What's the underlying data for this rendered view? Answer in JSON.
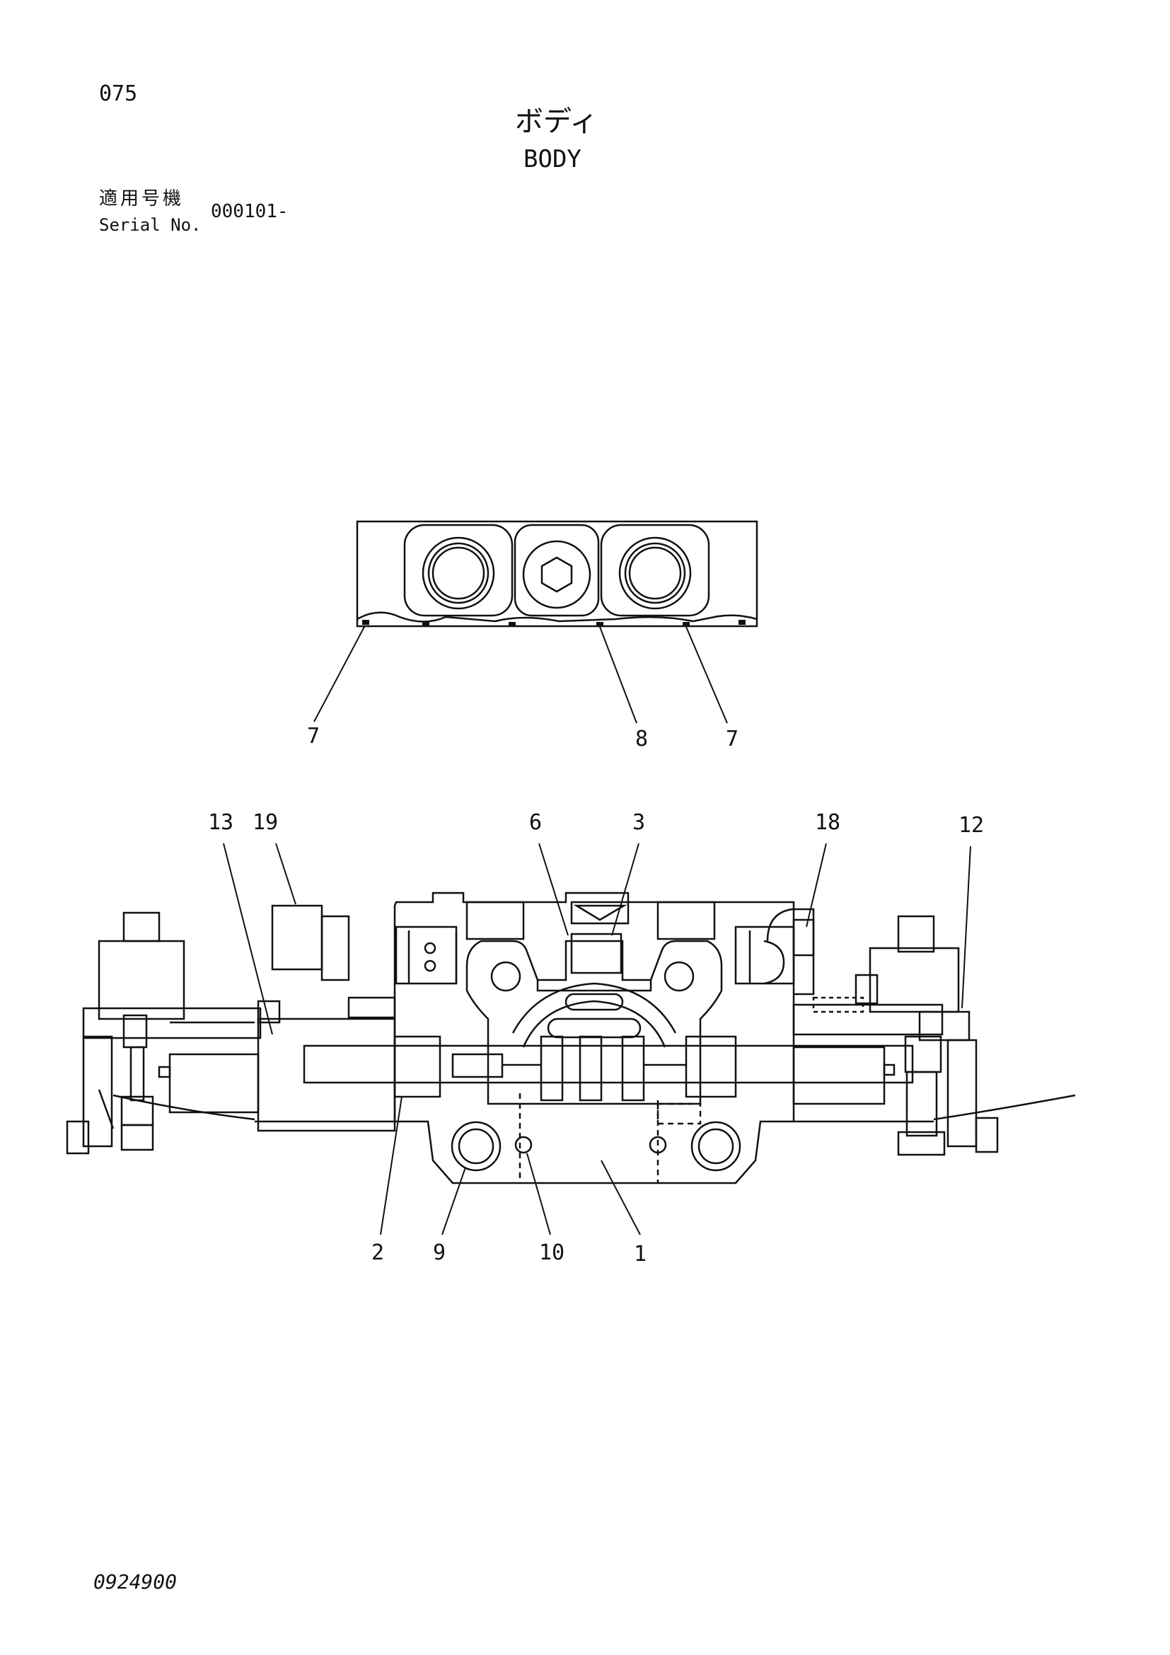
{
  "page": {
    "page_number": "075",
    "title_jp": "ボディ",
    "title_en": "BODY",
    "serial_label_jp": "適用号機",
    "serial_label_en": "Serial No.",
    "serial_value": "000101-",
    "doc_number": "0924900"
  },
  "callouts": {
    "top_view": [
      "7",
      "8",
      "7"
    ],
    "section_view": [
      "13",
      "19",
      "6",
      "3",
      "18",
      "12",
      "2",
      "9",
      "10",
      "1"
    ]
  },
  "colors": {
    "line": "#111111",
    "background": "#ffffff"
  }
}
